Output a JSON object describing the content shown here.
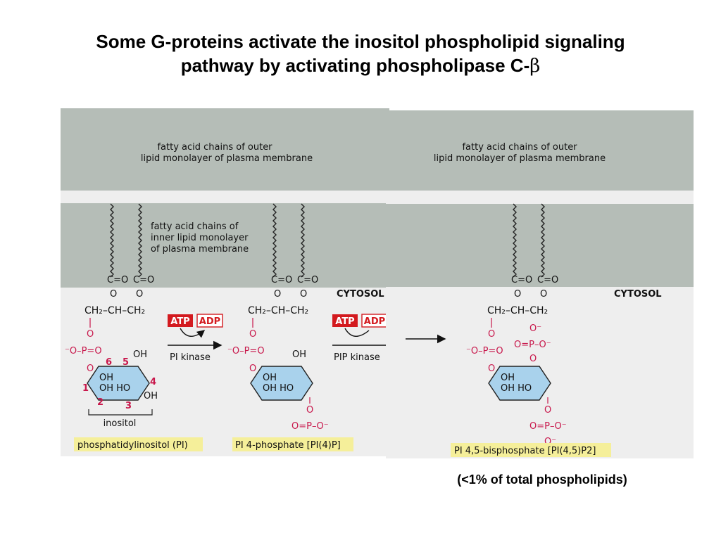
{
  "title": {
    "line1": "Some G-proteins activate the inositol phospholipid signaling",
    "line2": "pathway by activating phospholipase C-",
    "beta": "β"
  },
  "footnote": "(<1% of total phospholipids)",
  "membrane": {
    "outer_line1": "fatty acid chains of outer",
    "outer_line2": "lipid monolayer of plasma membrane",
    "inner_line1": "fatty acid chains of",
    "inner_line2": "inner lipid monolayer",
    "inner_line3": "of plasma membrane",
    "cytosol": "CYTOSOL"
  },
  "glycerol": {
    "carbonyl": "C=O",
    "ester_o": "O",
    "backbone": "CH₂–CH–CH₂"
  },
  "phosphate": {
    "o": "O",
    "o_minus": "O⁻",
    "p": "P",
    "pe_left": "⁻O–P=O",
    "pe_right": "O=P–O⁻"
  },
  "ring": {
    "oh": "OH",
    "ohho": "OH HO",
    "positions": [
      "1",
      "2",
      "3",
      "4",
      "5",
      "6"
    ],
    "label": "inositol"
  },
  "reactions": {
    "step1": {
      "atp": "ATP",
      "adp": "ADP",
      "enzyme": "PI kinase"
    },
    "step2": {
      "atp": "ATP",
      "adp": "ADP",
      "enzyme": "PIP kinase"
    }
  },
  "molecules": {
    "pi": "phosphatidylinositol  (PI)",
    "pi4p": "PI 4-phosphate [PI(4)P]",
    "pip2": "PI 4,5-bisphosphate [PI(4,5)P2]"
  },
  "colors": {
    "membrane_gray": "#b5bdb7",
    "cytosol_bg": "#eeeeee",
    "ring_fill": "#a9d2ec",
    "atp_red": "#d31a1f",
    "position_red": "#c8174b",
    "label_yellow": "#f5ef9a"
  }
}
